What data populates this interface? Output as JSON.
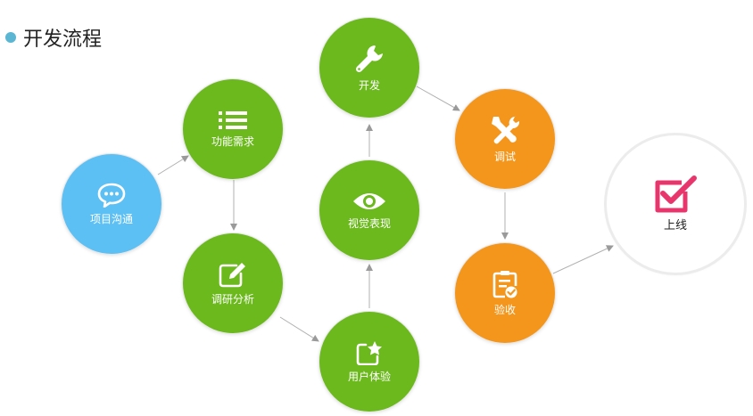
{
  "title": "开发流程",
  "colors": {
    "green": "#6cb91d",
    "orange": "#f4961b",
    "blue": "#5cc0f4",
    "check_pink": "#e8356b"
  },
  "nodes": [
    {
      "id": "communicate",
      "label": "项目沟通",
      "icon": "chat-bubble-icon"
    },
    {
      "id": "requirements",
      "label": "功能需求",
      "icon": "list-icon"
    },
    {
      "id": "research",
      "label": "调研分析",
      "icon": "edit-icon"
    },
    {
      "id": "ux",
      "label": "用户体验",
      "icon": "star-box-icon"
    },
    {
      "id": "visual",
      "label": "视觉表现",
      "icon": "eye-icon"
    },
    {
      "id": "develop",
      "label": "开发",
      "icon": "wrench-icon"
    },
    {
      "id": "debug",
      "label": "调试",
      "icon": "tools-icon"
    },
    {
      "id": "accept",
      "label": "验收",
      "icon": "clipboard-check-icon"
    },
    {
      "id": "launch",
      "label": "上线",
      "icon": "checkbox-checked-icon"
    }
  ]
}
